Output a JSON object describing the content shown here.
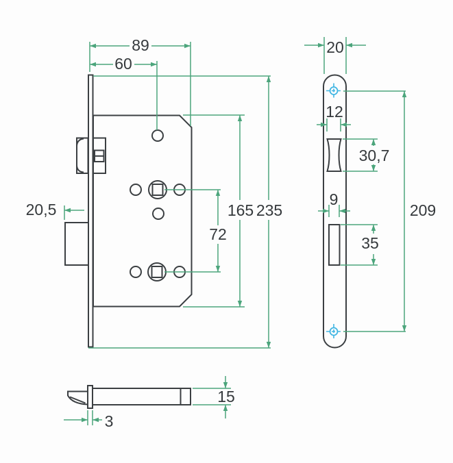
{
  "drawing": {
    "type": "technical-drawing",
    "subject": "mortise door lock with faceplate and latch bolt views",
    "dims": {
      "front_width": "89",
      "backset": "60",
      "bolt_throw": "20,5",
      "axle_distance": "72",
      "case_height": "165",
      "backplate_height": "235",
      "faceplate_width": "20",
      "latch_opening_width": "12",
      "latch_opening_height": "30,7",
      "bolt_opening_width": "9",
      "screw_distance": "209",
      "bolt_opening_height": "35",
      "latch_bar_height": "15",
      "faceplate_thickness": "3"
    },
    "colors": {
      "outline": "#3B3F42",
      "dimension": "#4CA57C",
      "screw_mark": "#41B6E3",
      "background": "#FDFDFD",
      "label": "#35393C"
    }
  }
}
